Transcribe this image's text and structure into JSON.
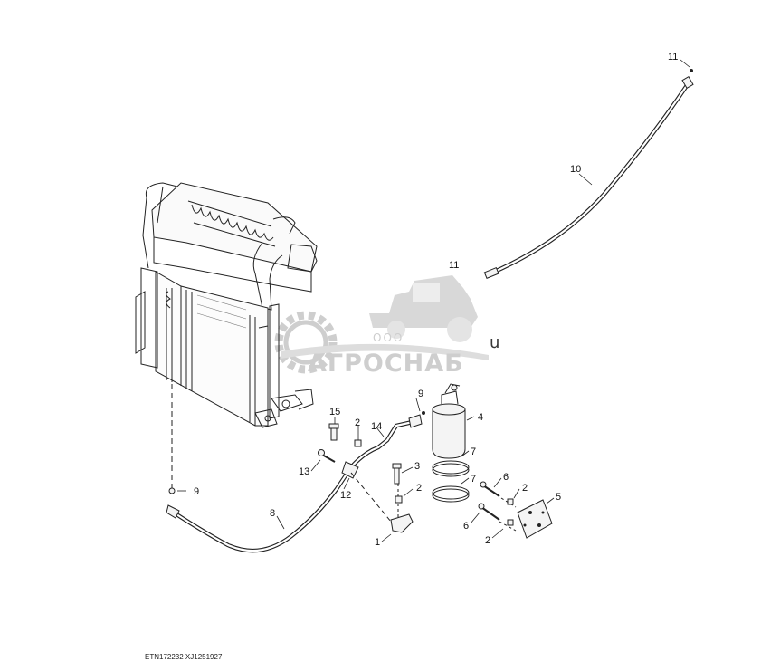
{
  "diagram": {
    "callouts": {
      "c11_top": "11",
      "c10": "10",
      "c11_mid": "11",
      "c4": "4",
      "c9_top": "9",
      "c15": "15",
      "c2_a": "2",
      "c14": "14",
      "c13": "13",
      "c3": "3",
      "c7_a": "7",
      "c7_b": "7",
      "c6_a": "6",
      "c2_b": "2",
      "c5": "5",
      "c12": "12",
      "c2_c": "2",
      "c9_left": "9",
      "c8": "8",
      "c6_b": "6",
      "c2_d": "2",
      "c1": "1"
    },
    "footer_code": "ETN172232  XJ1251927"
  },
  "watermark": {
    "company_prefix": "ООО",
    "company_name": "АГРОСНАБ",
    "suffix": "u"
  },
  "colors": {
    "line": "#222222",
    "watermark": "#c9c9c9"
  }
}
